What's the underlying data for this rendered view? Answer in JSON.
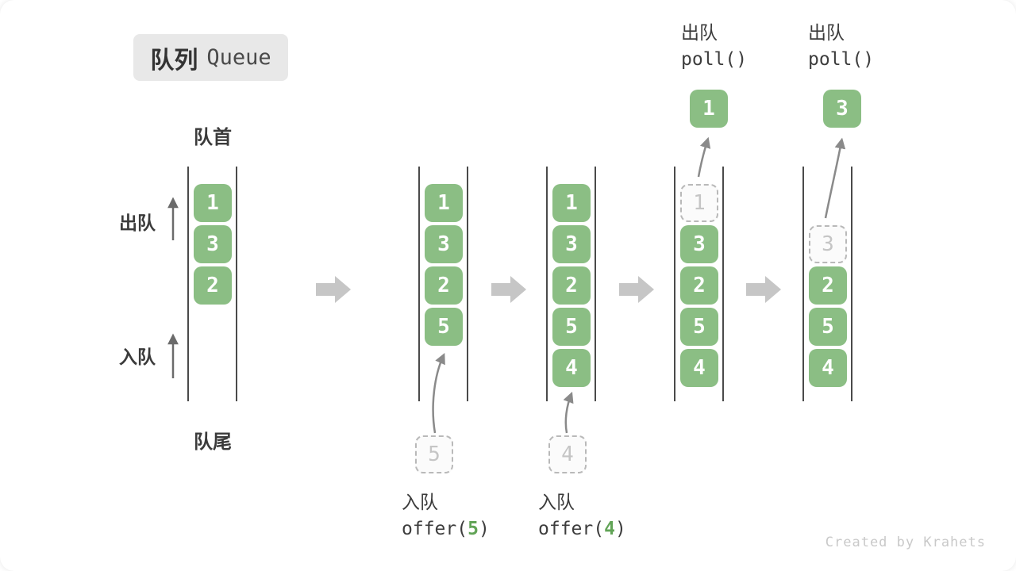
{
  "title_badge": {
    "zh": "队列",
    "en": "Queue"
  },
  "labels": {
    "front": "队首",
    "rear": "队尾",
    "dequeue": "出队",
    "enqueue": "入队"
  },
  "operations": {
    "poll_first": {
      "zh": "出队",
      "code": "poll()"
    },
    "poll_second": {
      "zh": "出队",
      "code": "poll()"
    },
    "offer_5": {
      "zh": "入队",
      "code_prefix": "offer(",
      "arg": "5",
      "code_suffix": ")"
    },
    "offer_4": {
      "zh": "入队",
      "code_prefix": "offer(",
      "arg": "4",
      "code_suffix": ")"
    }
  },
  "states": [
    {
      "boxes": [
        "1",
        "3",
        "2"
      ]
    },
    {
      "boxes": [
        "1",
        "3",
        "2",
        "5"
      ],
      "incoming": "5"
    },
    {
      "boxes": [
        "1",
        "3",
        "2",
        "5",
        "4"
      ],
      "incoming": "4"
    },
    {
      "boxes": [
        "3",
        "2",
        "5",
        "4"
      ],
      "ghost": "1",
      "popped": "1"
    },
    {
      "boxes": [
        "2",
        "5",
        "4"
      ],
      "ghost": "3",
      "popped": "3"
    }
  ],
  "footer": {
    "credit": "Created by Krahets"
  },
  "colors": {
    "box_green": "#8bbe84",
    "code_green": "#62a457",
    "badge_bg": "#e8e8e8",
    "step_arrow_gray": "#c6c6c6",
    "wall_gray": "#4a4a4a"
  }
}
